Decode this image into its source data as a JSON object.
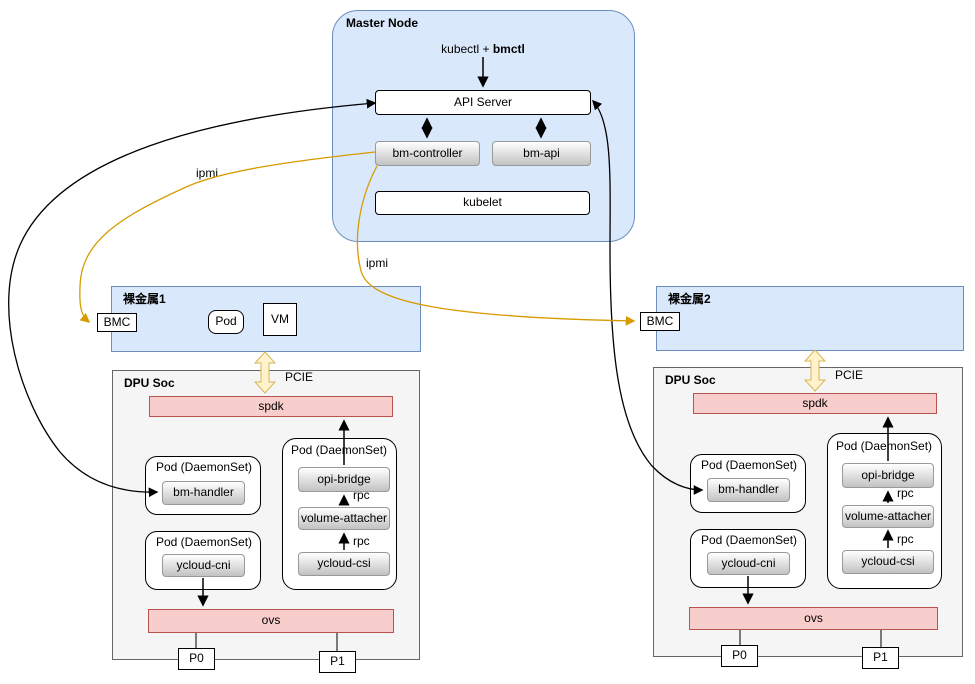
{
  "master": {
    "title": "Master Node",
    "client_prefix": "kubectl + ",
    "client_bold": "bmctl",
    "api_server": "API Server",
    "bm_controller": "bm-controller",
    "bm_api": "bm-api",
    "kubelet": "kubelet"
  },
  "connections": {
    "ipmi_left": "ipmi",
    "ipmi_center": "ipmi"
  },
  "node1": {
    "baremetal_title": "裸金属1",
    "bmc": "BMC",
    "pod": "Pod",
    "vm": "VM",
    "dpu_title": "DPU Soc",
    "pcie": "PCIE",
    "spdk": "spdk",
    "pod_daemonset": "Pod (DaemonSet)",
    "bm_handler": "bm-handler",
    "ycloud_cni": "ycloud-cni",
    "opi_bridge": "opi-bridge",
    "volume_attacher": "volume-attacher",
    "ycloud_csi": "ycloud-csi",
    "rpc_top": "rpc",
    "rpc_bottom": "rpc",
    "ovs": "ovs",
    "p0": "P0",
    "p1": "P1"
  },
  "node2": {
    "baremetal_title": "裸金属2",
    "bmc": "BMC",
    "dpu_title": "DPU Soc",
    "pcie": "PCIE",
    "spdk": "spdk",
    "pod_daemonset": "Pod (DaemonSet)",
    "bm_handler": "bm-handler",
    "ycloud_cni": "ycloud-cni",
    "opi_bridge": "opi-bridge",
    "volume_attacher": "volume-attacher",
    "ycloud_csi": "ycloud-csi",
    "rpc_top": "rpc",
    "rpc_bottom": "rpc",
    "ovs": "ovs",
    "p0": "P0",
    "p1": "P1"
  },
  "colors": {
    "blue_fill": "#dae8fc",
    "blue_border": "#6c8ebf",
    "panel_fill": "#f5f5f5",
    "panel_border": "#666666",
    "pink_fill": "#f8cecc",
    "pink_border": "#b85450",
    "gold_arrow": "#d79b00",
    "pcie_fill": "#fff2cc",
    "pcie_border": "#d6b656",
    "black_arrow": "#000000"
  }
}
